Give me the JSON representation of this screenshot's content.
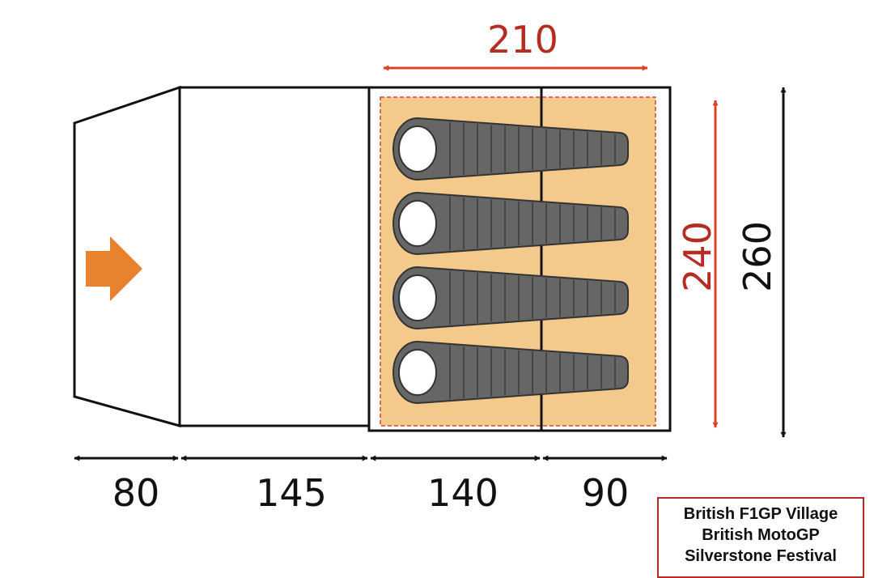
{
  "dimensions": {
    "top_width": "210",
    "inner_height": "240",
    "outer_height": "260",
    "porch": "80",
    "living_area": "145",
    "bedroom_front": "140",
    "bedroom_back": "90"
  },
  "sleeping_bags": {
    "count": 4
  },
  "colors": {
    "red_dimension": "#d8432a",
    "red_text": "#b52c22",
    "bedroom_fill": "#f3c98c",
    "sleeping_bag": "#666666",
    "entrance_arrow": "#e8822c",
    "outline": "#111111"
  },
  "icons": {
    "entrance": "arrow-right-icon"
  },
  "branding": {
    "line1": "British F1GP Village",
    "line2": "British MotoGP",
    "line3": "Silverstone Festival"
  }
}
